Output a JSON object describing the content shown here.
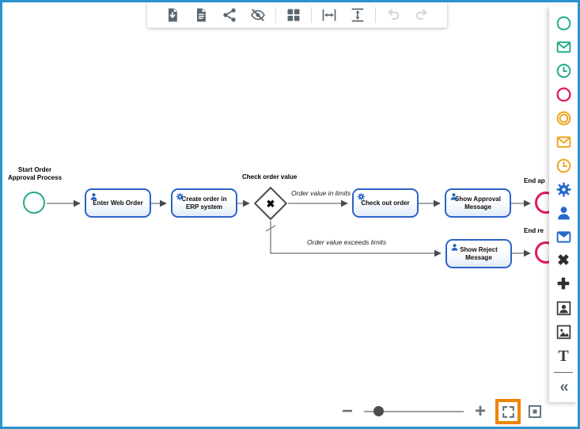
{
  "colors": {
    "page_border": "#2a93c9",
    "task_border": "#2e63c9",
    "task_icon_blue": "#2361c4",
    "event_green": "#28a58c",
    "event_red": "#e2195c",
    "event_orange": "#efa11b",
    "toolbar_icon": "#5b6770",
    "toolbar_icon_disabled": "#cfd5da",
    "fit_button_highlight": "#ef8400"
  },
  "toolbar": {
    "icons": [
      "download-file",
      "document",
      "share",
      "hide-preview",
      "grid",
      "fit-width",
      "fit-height",
      "undo",
      "redo"
    ]
  },
  "palette": {
    "items": [
      "start-event",
      "message-start-event",
      "timer-start-event",
      "end-event",
      "intermediate-event",
      "message-intermediate-event",
      "timer-intermediate-event",
      "service-task",
      "user-task",
      "send-task",
      "exclusive-gateway",
      "parallel-gateway",
      "user-image",
      "image",
      "text"
    ],
    "exclusive_gateway_glyph": "✖",
    "parallel_gateway_glyph": "✚",
    "text_tool_glyph": "T",
    "collapse_glyph": "«"
  },
  "diagram": {
    "start_event": {
      "label": "Start Order Approval Process"
    },
    "tasks": [
      {
        "label": "Enter Web Order",
        "icon": "user"
      },
      {
        "label": "Create order in ERP system",
        "icon": "gear"
      },
      {
        "label": "Check out order",
        "icon": "gear"
      },
      {
        "label": "Show Approval Message",
        "icon": "user"
      },
      {
        "label": "Show Reject Message",
        "icon": "user"
      }
    ],
    "gateway": {
      "label": "Check order value",
      "marker": "✖"
    },
    "flows": [
      {
        "label": "Order value in limits"
      },
      {
        "label": "Order value exceeds limits"
      }
    ],
    "end_events": [
      {
        "label": "End ap"
      },
      {
        "label": "End re"
      }
    ]
  },
  "zoom_controls": {
    "minus_glyph": "−",
    "plus_glyph": "+",
    "buttons": [
      "zoom-out",
      "zoom-slider",
      "zoom-in",
      "fit-to-screen",
      "frame-view"
    ]
  }
}
